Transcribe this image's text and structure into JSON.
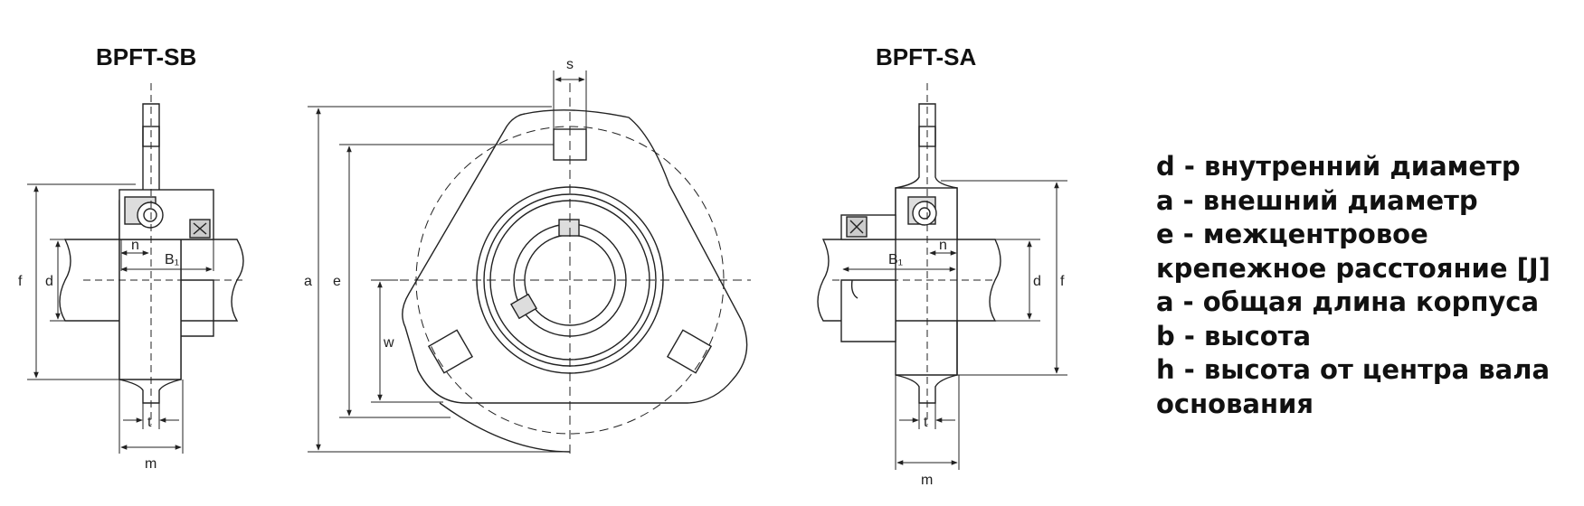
{
  "titles": {
    "left": "BPFT-SB",
    "right": "BPFT-SA"
  },
  "dimension_labels": {
    "s": "s",
    "a": "a",
    "e": "e",
    "w": "w",
    "f": "f",
    "d": "d",
    "n": "n",
    "b1": "B₁",
    "t": "t",
    "m": "m"
  },
  "legend": [
    "d - внутренний диаметр",
    "a - внешний диаметр",
    "e - межцентровое",
    "крепежное расстояние [J]",
    "a - общая длина корпуса",
    "b - высота",
    "h - высота от центра вала",
    "основания"
  ]
}
